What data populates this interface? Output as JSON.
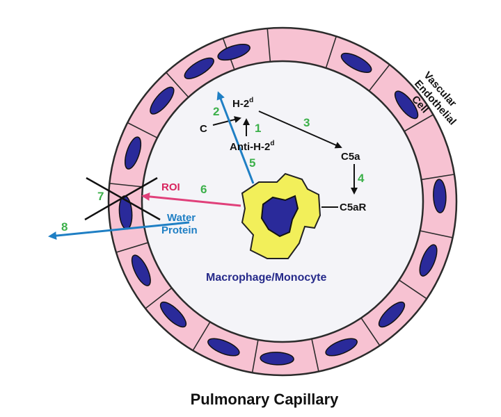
{
  "title": "Pulmonary Capillary",
  "labels": {
    "vascular": "Vascular",
    "endothelial": "Endothelial",
    "cell": "Cell",
    "h2d": "H-2",
    "h2d_sup": "d",
    "c": "C",
    "anti_h2d": "Anti-H-2",
    "anti_h2d_sup": "d",
    "c5a": "C5a",
    "c5ar": "C5aR",
    "roi": "ROI",
    "water": "Water",
    "protein": "Protein",
    "macrophage": "Macrophage/Monocyte"
  },
  "steps": {
    "s1": "1",
    "s2": "2",
    "s3": "3",
    "s4": "4",
    "s5": "5",
    "s6": "6",
    "s7": "7",
    "s8": "8"
  },
  "colors": {
    "wall": "#f7c2d2",
    "lumen": "#f4f4f8",
    "nucleus": "#2a2a9a",
    "macrophage": "#f2ef5a",
    "step_number": "#3cb04a",
    "blue_arrow": "#1f7fc4",
    "roi": "#d8245e",
    "roi_arrow": "#e0407a",
    "macrophage_label": "#262a8a"
  }
}
